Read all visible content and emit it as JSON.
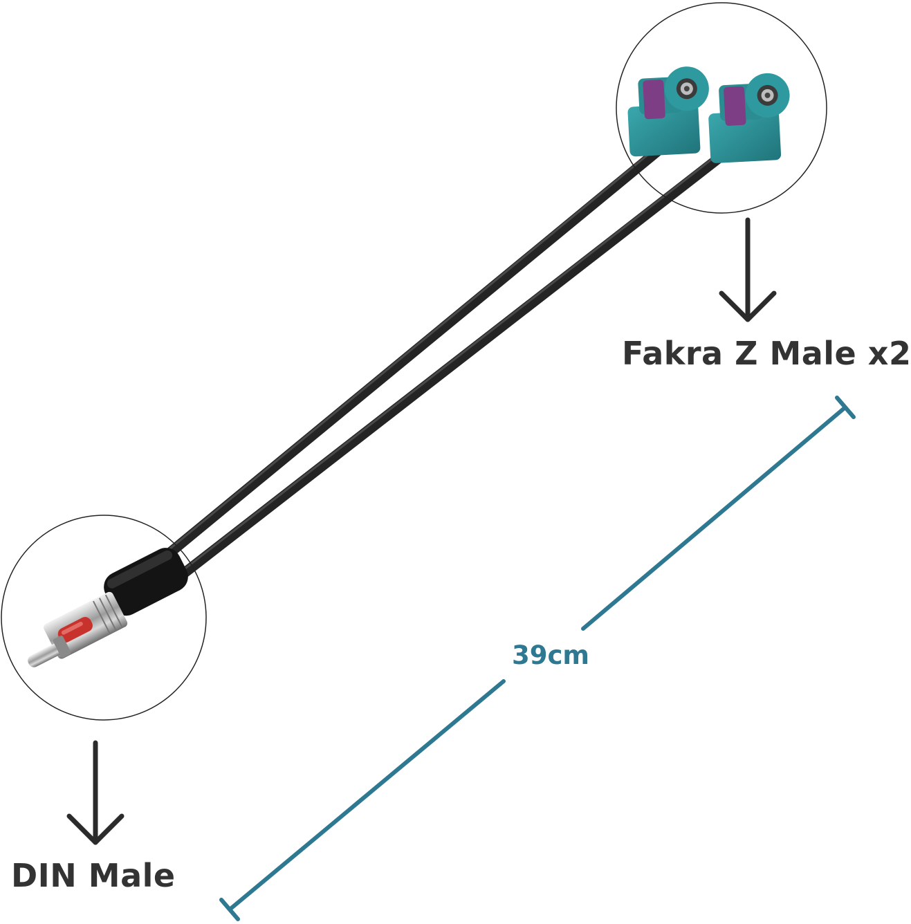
{
  "labels": {
    "fakra_connector": "Fakra Z Male x2",
    "din_connector": "DIN Male",
    "cable_length": "39cm"
  },
  "colors": {
    "dimension_line": "#2e7891",
    "label_text": "#333333",
    "fakra_housing": "#2b8c91",
    "fakra_key": "#7d3e86",
    "din_tip_red": "#c8322d",
    "cable": "#1c1c1c"
  }
}
